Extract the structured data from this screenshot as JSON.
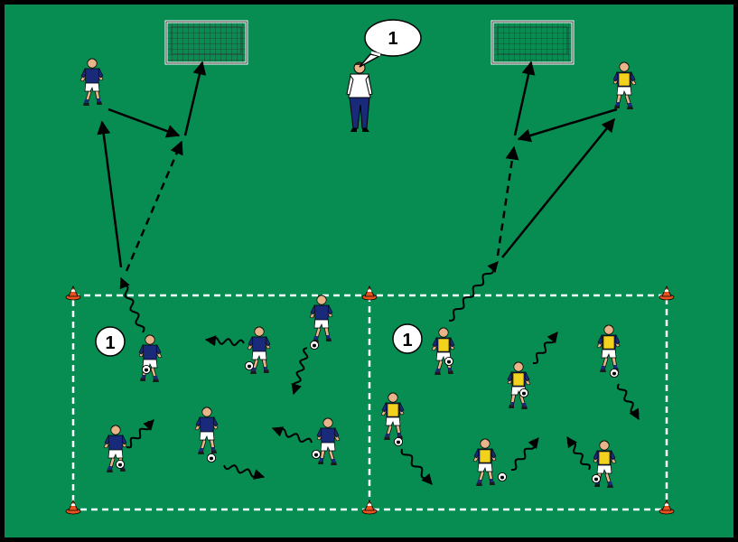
{
  "labels": {
    "coach_bubble": "1",
    "left_group": "1",
    "right_group": "1"
  },
  "colors": {
    "pitch": "#078d52",
    "border": "#000000",
    "lines": "#ffffff",
    "blue_team": "#1a2a7a",
    "yellow_bib": "#f2d21c",
    "cone": "#e8531d",
    "skin": "#e9b48a"
  },
  "icons": [
    "goal-icon",
    "player-icon",
    "ball-icon",
    "cone-icon",
    "speech-bubble-icon",
    "arrow-icon"
  ]
}
